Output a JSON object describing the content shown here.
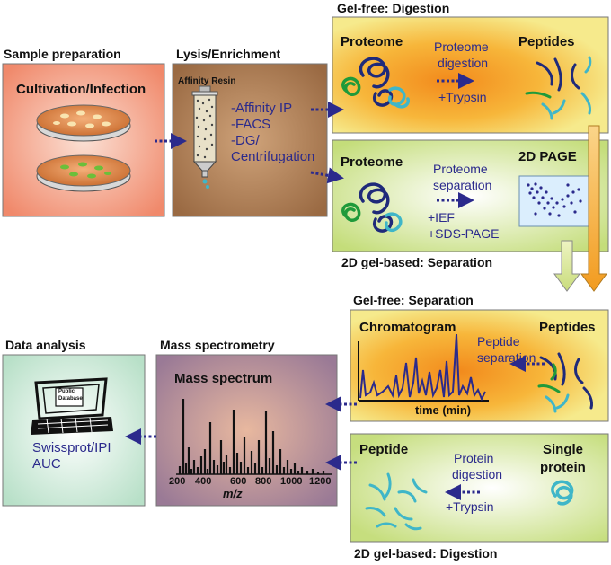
{
  "sample_prep": {
    "heading": "Sample preparation",
    "box_title": "Cultivation/Infection"
  },
  "lysis": {
    "heading": "Lysis/Enrichment",
    "resin_label": "Affinity Resin",
    "methods": [
      "-Affinity IP",
      "-FACS",
      "-DG/",
      "Centrifugation"
    ]
  },
  "gel_free_digestion": {
    "heading": "Gel-free: Digestion",
    "proteome": "Proteome",
    "arrow_label_1": "Proteome",
    "arrow_label_2": "digestion",
    "enzyme": "+Trypsin",
    "peptides": "Peptides"
  },
  "gel_based_separation": {
    "heading": "2D gel-based: Separation",
    "proteome": "Proteome",
    "arrow_label_1": "Proteome",
    "arrow_label_2": "separation",
    "step_1": "+IEF",
    "step_2": "+SDS-PAGE",
    "gel_title": "2D PAGE"
  },
  "gel_free_separation": {
    "heading": "Gel-free: Separation",
    "chromatogram": "Chromatogram",
    "x_label": "time (min)",
    "arrow_label_1": "Peptide",
    "arrow_label_2": "separation",
    "peptides": "Peptides"
  },
  "gel_based_digestion": {
    "heading": "2D gel-based: Digestion",
    "peptide": "Peptide",
    "arrow_label_1": "Protein",
    "arrow_label_2": "digestion",
    "enzyme": "+Trypsin",
    "single_1": "Single",
    "single_2": "protein"
  },
  "mass_spec": {
    "heading": "Mass spectrometry",
    "title": "Mass spectrum",
    "ticks": [
      "200",
      "400",
      "600",
      "800",
      "1000",
      "1200"
    ],
    "x_label": "m/z"
  },
  "data_analysis": {
    "heading": "Data analysis",
    "monitor_text_1": "Public",
    "monitor_text_2": "Database",
    "db_1": "Swissprot/IPI",
    "db_2": "AUC"
  },
  "colors": {
    "arrow_blue": "#2b2a8c",
    "protein_navy": "#1f2a7a",
    "protein_green": "#1f9a3a",
    "protein_cyan": "#3fb6c8",
    "down_arrow_green": "#d8e79a",
    "down_arrow_orange": "#f5a623"
  }
}
